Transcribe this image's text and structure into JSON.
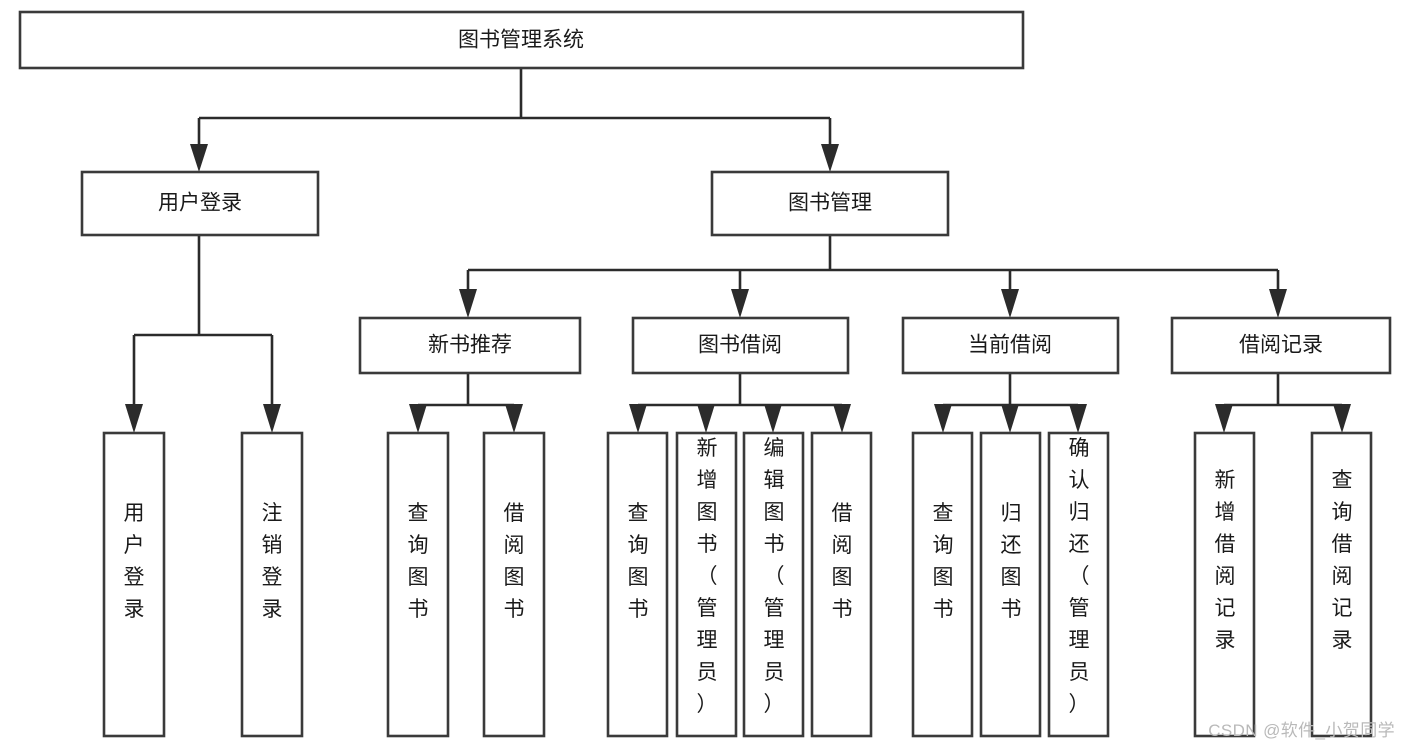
{
  "diagram": {
    "title_node": {
      "label": "图书管理系统"
    },
    "level1": [
      {
        "id": "user-login",
        "label": "用户登录"
      },
      {
        "id": "book-management",
        "label": "图书管理"
      }
    ],
    "level2": [
      {
        "id": "new-book-recommend",
        "label": "新书推荐"
      },
      {
        "id": "book-borrow",
        "label": "图书借阅"
      },
      {
        "id": "current-borrow",
        "label": "当前借阅"
      },
      {
        "id": "borrow-record",
        "label": "借阅记录"
      }
    ],
    "leaves": [
      {
        "id": "leaf-user-login",
        "label": "用户登录",
        "parent": "user-login"
      },
      {
        "id": "leaf-logout-login",
        "label": "注销登录",
        "parent": "user-login"
      },
      {
        "id": "leaf-query-book-1",
        "label": "查询图书",
        "parent": "new-book-recommend"
      },
      {
        "id": "leaf-borrow-book-1",
        "label": "借阅图书",
        "parent": "new-book-recommend"
      },
      {
        "id": "leaf-query-book-2",
        "label": "查询图书",
        "parent": "book-borrow"
      },
      {
        "id": "leaf-add-book",
        "label": "新增图书（管理员）",
        "parent": "book-borrow"
      },
      {
        "id": "leaf-edit-book",
        "label": "编辑图书（管理员）",
        "parent": "book-borrow"
      },
      {
        "id": "leaf-borrow-book-2",
        "label": "借阅图书",
        "parent": "book-borrow"
      },
      {
        "id": "leaf-query-book-3",
        "label": "查询图书",
        "parent": "current-borrow"
      },
      {
        "id": "leaf-return-book",
        "label": "归还图书",
        "parent": "current-borrow"
      },
      {
        "id": "leaf-confirm-return",
        "label": "确认归还（管理员）",
        "parent": "current-borrow"
      },
      {
        "id": "leaf-add-record",
        "label": "新增借阅记录",
        "parent": "borrow-record"
      },
      {
        "id": "leaf-query-record",
        "label": "查询借阅记录",
        "parent": "borrow-record"
      }
    ],
    "colors": {
      "background": "#ffffff",
      "box_fill": "#ffffff",
      "box_stroke": "#3a3a3a",
      "connector": "#2b2b2b",
      "text": "#1a1a1a",
      "watermark": "#b9b9b9"
    }
  },
  "watermark": {
    "text": "CSDN @软件_小贺同学"
  }
}
